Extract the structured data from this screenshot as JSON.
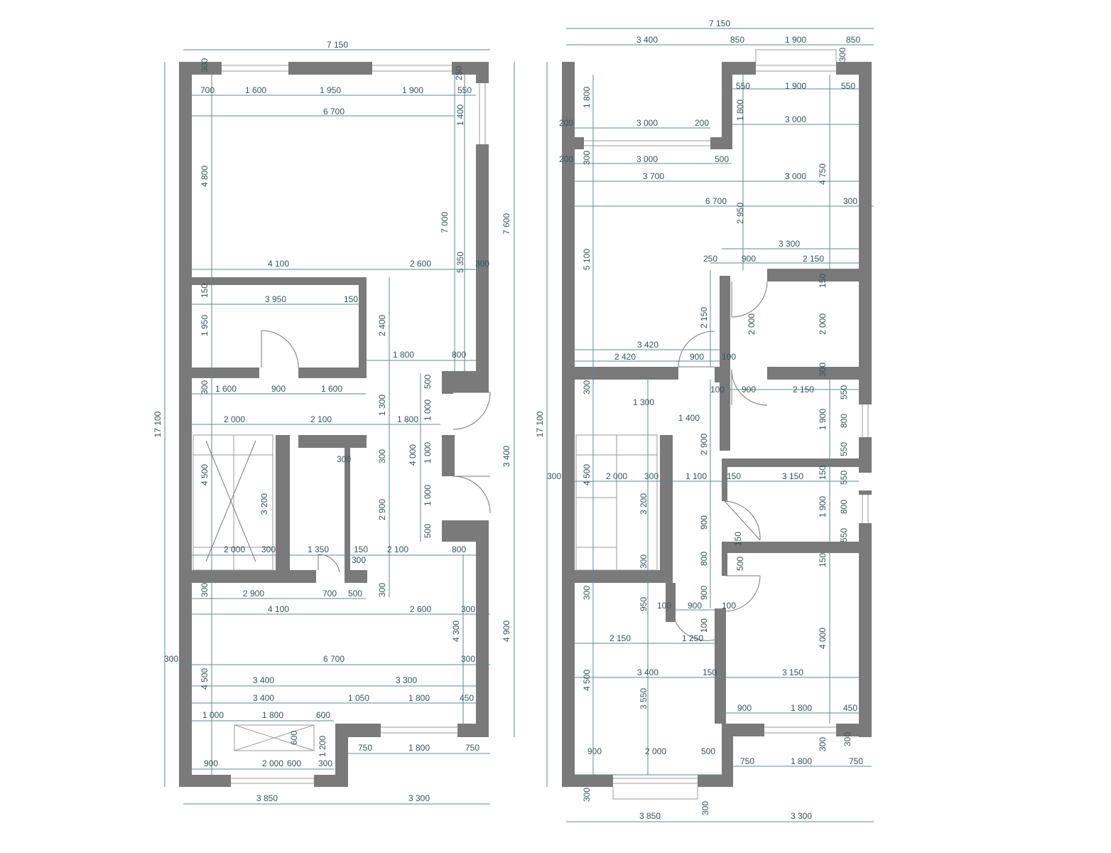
{
  "left_plan": {
    "labels": [
      "7 150",
      "300",
      "250",
      "700",
      "1 600",
      "1 950",
      "1 900",
      "550",
      "6 700",
      "1 400",
      "4 800",
      "7 000",
      "7 600",
      "4 100",
      "2 600",
      "5 350",
      "300",
      "150",
      "3 950",
      "150",
      "1 950",
      "2 400",
      "1 800",
      "800",
      "300",
      "1 600",
      "900",
      "1 600",
      "500",
      "1 300",
      "2 000",
      "2 100",
      "1 800",
      "1 000",
      "300",
      "300",
      "4 000",
      "1 000",
      "3 400",
      "4 500",
      "3 200",
      "1 000",
      "2 900",
      "500",
      "2 000",
      "300",
      "1 350",
      "150",
      "2 100",
      "800",
      "300",
      "300",
      "2 900",
      "700",
      "500",
      "300",
      "4 100",
      "2 600",
      "300",
      "4 300",
      "4 900",
      "17 100",
      "300",
      "6 700",
      "300",
      "4 500",
      "3 400",
      "3 300",
      "3 400",
      "1 050",
      "1 800",
      "450",
      "1 000",
      "1 800",
      "600",
      "600",
      "1 200",
      "750",
      "1 800",
      "750",
      "900",
      "2 000",
      "600",
      "300",
      "3 850",
      "3 300"
    ]
  },
  "right_plan": {
    "labels": [
      "7 150",
      "3 400",
      "850",
      "1 900",
      "850",
      "300",
      "1 800",
      "550",
      "1 900",
      "550",
      "1 800",
      "200",
      "3 000",
      "200",
      "3 000",
      "300",
      "3 000",
      "500",
      "200",
      "3 700",
      "3 000",
      "4 750",
      "6 700",
      "300",
      "2 950",
      "5 100",
      "3 300",
      "250",
      "900",
      "2 150",
      "150",
      "2 150",
      "2 000",
      "2 000",
      "3 420",
      "2 420",
      "900",
      "100",
      "300",
      "300",
      "100",
      "900",
      "2 150",
      "550",
      "1 300",
      "1 400",
      "1 900",
      "800",
      "2 900",
      "550",
      "17 100",
      "300",
      "4 500",
      "2 000",
      "300",
      "1 100",
      "150",
      "3 150",
      "150",
      "550",
      "3 200",
      "900",
      "1 900",
      "800",
      "550",
      "150",
      "300",
      "800",
      "500",
      "150",
      "300",
      "900",
      "950",
      "100",
      "900",
      "100",
      "100",
      "2 150",
      "1 250",
      "4 000",
      "4 500",
      "3 400",
      "150",
      "3 150",
      "3 550",
      "900",
      "1 800",
      "450",
      "900",
      "2 000",
      "500",
      "300",
      "300",
      "750",
      "1 800",
      "750",
      "300",
      "3 850",
      "300",
      "3 300"
    ]
  }
}
